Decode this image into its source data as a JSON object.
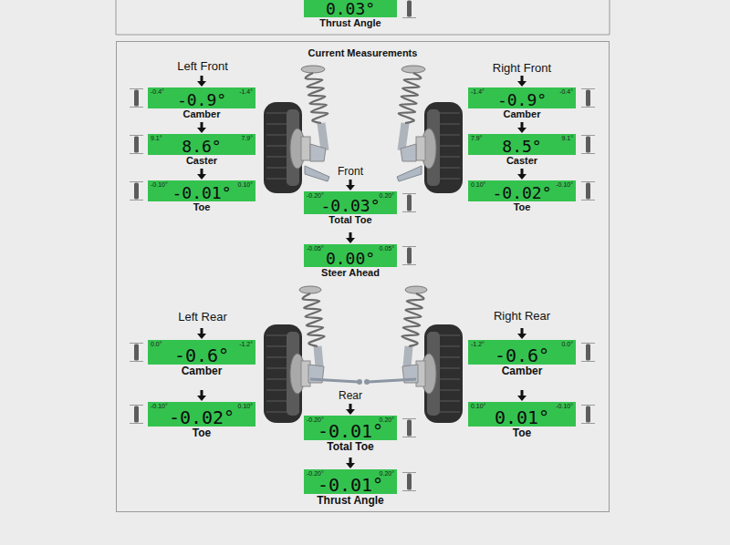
{
  "diagram": {
    "nodes": [
      {
        "text": [
          "0.03°",
          "Thrust Angle"
        ]
      },
      {
        "text": [
          "Current Measurements"
        ]
      },
      {
        "text": [
          "-0.4°",
          "-1.4°",
          "-0.9°",
          "Camber"
        ],
        "in": 1
      },
      {
        "text": [
          "-1.4°",
          "-0.4°",
          "-0.9°",
          "Camber"
        ],
        "in": 1
      },
      {
        "text": [
          "9.1°",
          "7.9°",
          "8.6°",
          "Caster"
        ],
        "in": 1
      },
      {
        "text": [
          "7.9°",
          "9.1°",
          "8.5°",
          "Caster"
        ],
        "in": 1
      },
      {
        "text": [
          "-0.10°",
          "0.10°",
          "-0.01°",
          "Toe"
        ],
        "in": 1
      },
      {
        "text": [
          "0.10°",
          "-0.10°",
          "-0.02°",
          "Toe"
        ],
        "in": 1
      },
      {
        "text": [
          "-0.20°",
          "0.20°",
          "-0.03°",
          "Total Toe"
        ],
        "in": 1
      },
      {
        "text": [
          "-0.05°",
          "0.05°",
          "0.00°",
          "Steer Ahead"
        ],
        "in": 1
      },
      {
        "text": [
          "0.0°",
          "-1.2°",
          "-0.6°",
          "Camber"
        ],
        "in": 1
      },
      {
        "text": [
          "-1.2°",
          "0.0°",
          "-0.6°",
          "Camber"
        ],
        "in": 1
      },
      {
        "text": [
          "-0.10°",
          "0.10°",
          "-0.02°",
          "Toe"
        ],
        "in": 1
      },
      {
        "text": [
          "0.10°",
          "-0.10°",
          "0.01°",
          "Toe"
        ],
        "in": 1
      },
      {
        "text": [
          "-0.20°",
          "0.20°",
          "-0.01°",
          "Total Toe"
        ],
        "in": 1
      },
      {
        "text": [
          "-0.20°",
          "0.20°",
          "-0.01°",
          "Thrust Angle"
        ],
        "in": 1
      }
    ],
    "labels": [
      "Left Front",
      "Right Front",
      "Front",
      "Left Rear",
      "Right Rear",
      "Rear"
    ]
  }
}
